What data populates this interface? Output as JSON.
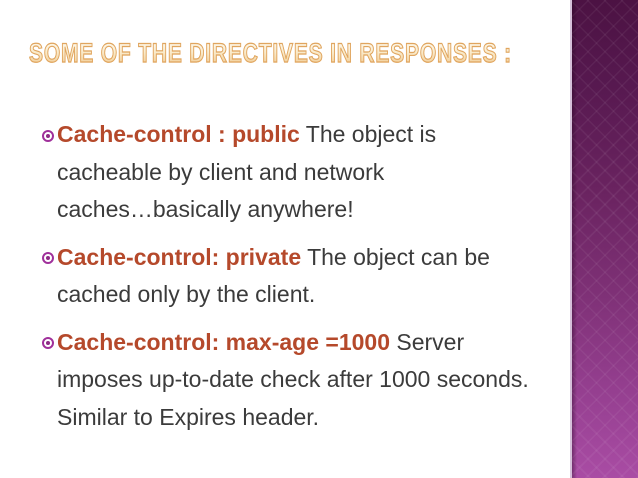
{
  "slide": {
    "title": "SOME OF THE DIRECTIVES IN RESPONSES :",
    "bullets": [
      {
        "keyword": "Cache-control : public",
        "rest1": " The object is",
        "line2": "cacheable by client and network",
        "line3": "caches…basically anywhere!"
      },
      {
        "keyword": "Cache-control: private",
        "rest1": " The object can be",
        "line2": "cached only by the client."
      },
      {
        "keyword": "Cache-control: max-age =1000",
        "rest1": " Server",
        "line2": "imposes up-to-date check after 1000 seconds.",
        "line3": "Similar to Expires header."
      }
    ],
    "icons": {
      "bullet": "target-circle-bullet-icon"
    },
    "colors": {
      "title_outline": "#e0a55f",
      "title_fill": "#faeccd",
      "keyword_text": "#b5492b",
      "body_text": "#3b3b3b",
      "bullet_ring": "#a0309b",
      "sidebar_gradient_top": "#4c1243",
      "sidebar_gradient_bottom": "#a94ca4",
      "sidebar_border": "#d6c0da",
      "background": "#ffffff"
    }
  }
}
